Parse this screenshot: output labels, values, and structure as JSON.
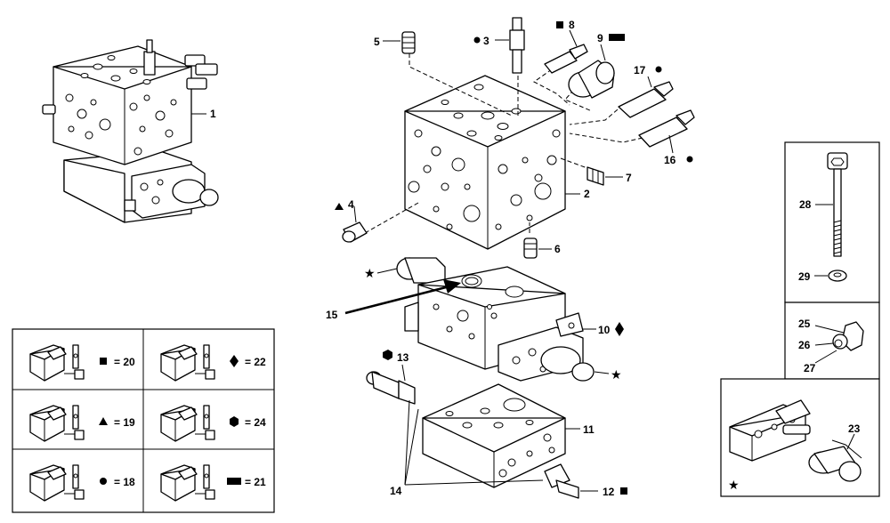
{
  "callouts": {
    "c1": "1",
    "c2": "2",
    "c3": "3",
    "c4": "4",
    "c5": "5",
    "c6": "6",
    "c7": "7",
    "c8": "8",
    "c9": "9",
    "c10": "10",
    "c11": "11",
    "c12": "12",
    "c13": "13",
    "c14": "14",
    "c15": "15",
    "c16": "16",
    "c17": "17",
    "c23": "23",
    "c25": "25",
    "c26": "26",
    "c27": "27",
    "c28": "28",
    "c29": "29"
  },
  "legend": [
    {
      "symbol": "square-icon",
      "text": "= 20"
    },
    {
      "symbol": "diamond-icon",
      "text": "= 22"
    },
    {
      "symbol": "triangle-icon",
      "text": "= 19"
    },
    {
      "symbol": "hexagon-icon",
      "text": "= 24"
    },
    {
      "symbol": "circle-icon",
      "text": "= 18"
    },
    {
      "symbol": "rectangle-icon",
      "text": "= 21"
    }
  ]
}
